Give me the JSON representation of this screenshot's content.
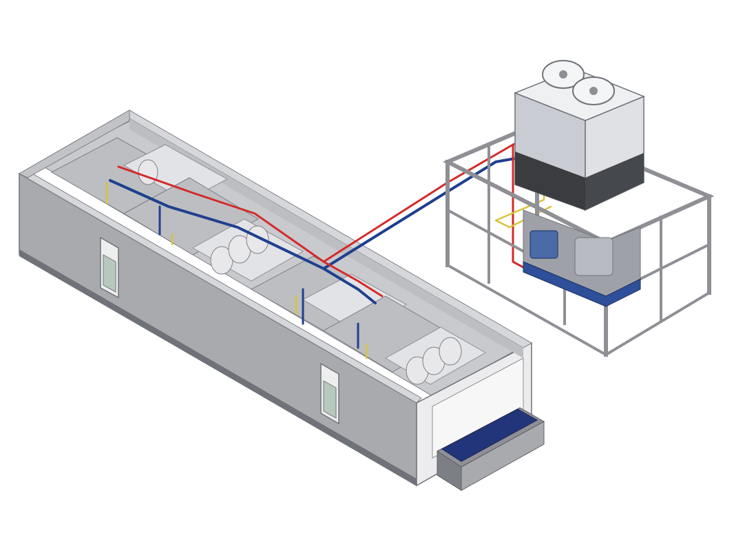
{
  "colors": {
    "background": "#ffffff",
    "shell_outline": "#7c7f86",
    "shell_panel": "#a9aaae",
    "shell_panel_dark": "#8f9095",
    "shell_top_rim": "#d6d7da",
    "floor": "#c9cacd",
    "evaporator_box": "#e2e3e6",
    "partition": "#bdbec2",
    "fan": "#e8e8ea",
    "hot_pipe": "#d42a2a",
    "cold_pipe": "#1f3f8f",
    "signal_pipe": "#d8c43a",
    "belt": "#22357a",
    "frame": "#b4b6bb",
    "condenser": "#c9ccd2",
    "condenser_band": "#3a3c40",
    "compressor": "#2e4f9a"
  },
  "components": {
    "tunnel_enclosure": "freezer-tunnel",
    "evaporators": [
      "evaporator-1",
      "evaporator-2",
      "evaporator-3",
      "evaporator-4"
    ],
    "condensing_unit": "condenser-tower",
    "machine_frame": "steel-frame",
    "conveyor": "conveyor-belt-outfeed",
    "doors": [
      "access-door-left",
      "access-door-right"
    ]
  }
}
